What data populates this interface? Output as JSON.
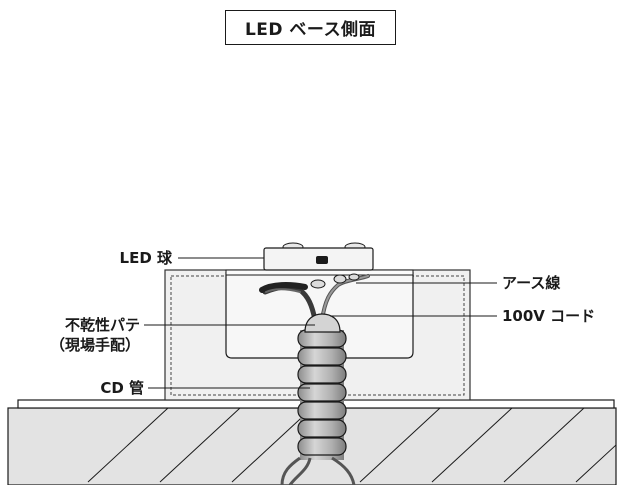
{
  "title": "LED ベース側面",
  "labels": {
    "led_bulb": "LED 球",
    "earth_wire": "アース線",
    "putty_line1": "不乾性パテ",
    "putty_line2": "（現場手配）",
    "cord_100v": "100V コード",
    "cd_pipe": "CD 管"
  },
  "colors": {
    "ground_fill": "#e3e3e3",
    "box_fill": "#eeeeee",
    "line": "#1a1a1a",
    "pipe_fill": "#b5b5b5",
    "putty_fill": "#d4d4d4"
  }
}
